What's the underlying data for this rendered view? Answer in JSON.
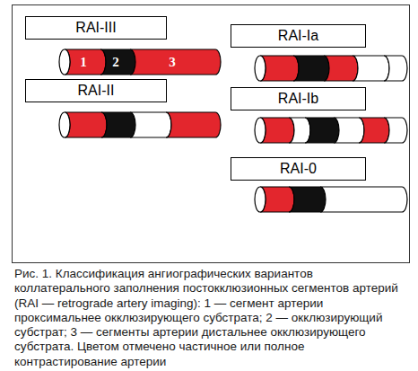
{
  "diagram": {
    "caption": "Рис. 1. Классификация ангиографических вариантов коллатерального заполнения постокклюзионных сегментов артерий (RAI — retrograde artery imaging): 1 — сегмент артерии проксимальнее окклюзирующего субстрата; 2 — окклюзирующий субстрат; 3 — сегменты артерии дистальнее окклюзирующего субстрата. Цветом отмечено частичное или полное контрастирование артерии",
    "nodes": [
      {
        "text": [
          "RAI-III"
        ]
      },
      {
        "text": [
          "RAI-Ia"
        ]
      },
      {
        "text": [
          "RAI-II"
        ]
      },
      {
        "text": [
          "RAI-Ib"
        ]
      },
      {
        "text": [
          "RAI-0"
        ]
      }
    ],
    "labels": [
      "1",
      "2",
      "3"
    ]
  }
}
